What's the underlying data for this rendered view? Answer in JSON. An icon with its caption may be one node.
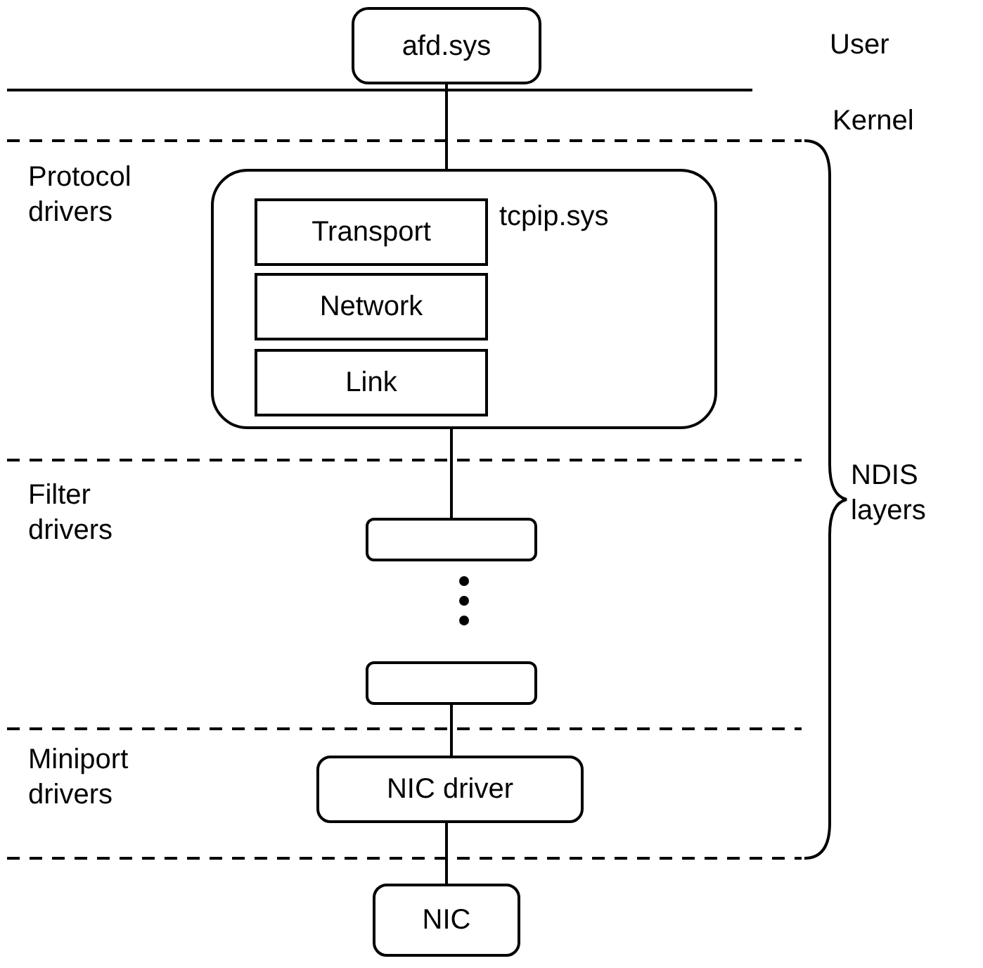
{
  "diagram": {
    "nodes": [
      {
        "text": [
          "afd.sys"
        ]
      },
      {
        "text": [
          "tcpip.sys"
        ]
      },
      {
        "text": [
          "Transport"
        ],
        "in": 1
      },
      {
        "text": [
          "Network"
        ],
        "in": 1
      },
      {
        "text": [
          "Link"
        ],
        "in": 1
      },
      {
        "text": [],
        "shape": "box"
      },
      {
        "text": [],
        "shape": "box"
      },
      {
        "text": [
          "NIC driver"
        ]
      },
      {
        "text": [
          "NIC"
        ]
      }
    ],
    "edges": [
      {
        "from": 0,
        "to": 1,
        "arrow": "none"
      },
      {
        "from": 1,
        "to": 5,
        "arrow": "none"
      },
      {
        "from": 6,
        "to": 7,
        "arrow": "none"
      },
      {
        "from": 7,
        "to": 8,
        "arrow": "none"
      }
    ],
    "labels": [
      "User",
      "Kernel",
      "Protocol drivers",
      "Filter drivers",
      "Miniport drivers",
      "NDIS layers"
    ]
  }
}
